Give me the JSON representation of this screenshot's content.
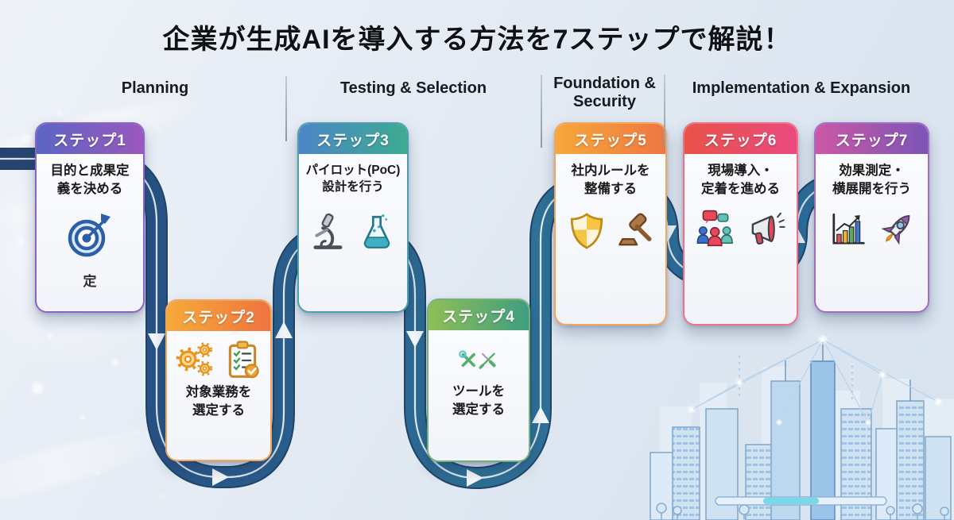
{
  "title": "企業が生成AIを導入する方法を7ステップで解説！",
  "phases": [
    {
      "label": "Planning"
    },
    {
      "label": "Testing & Selection"
    },
    {
      "label": "Foundation & Security"
    },
    {
      "label": "Implementation & Expansion"
    }
  ],
  "steps": [
    {
      "badge": "ステップ1",
      "title": "目的と成果定義を決める",
      "lines": [
        "目的と成果定",
        "義を決める"
      ],
      "note": "定",
      "icons": [
        "target-icon"
      ],
      "colors": {
        "header_from": "#5b66c3",
        "header_to": "#9a57bd",
        "border": "#8a63c6"
      }
    },
    {
      "badge": "ステップ2",
      "title": "対象業務を選定する",
      "lines": [
        "対象業務を",
        "選定する"
      ],
      "icons": [
        "gears-icon",
        "clipboard-icon"
      ],
      "colors": {
        "header_from": "#f6aa3a",
        "header_to": "#ee7440",
        "border": "#f2a65c"
      }
    },
    {
      "badge": "ステップ3",
      "title": "パイロット(PoC)設計を行う",
      "lines": [
        "パイロット(PoC)",
        "設計を行う"
      ],
      "icons": [
        "microscope-icon",
        "flask-icon"
      ],
      "colors": {
        "header_from": "#4d86c6",
        "header_to": "#3daa92",
        "border": "#4f9fae"
      }
    },
    {
      "badge": "ステップ4",
      "title": "ツールを選定する",
      "lines": [
        "ツールを",
        "選定する"
      ],
      "icons": [
        "crossed-tools-icon"
      ],
      "colors": {
        "header_from": "#8fbf55",
        "header_to": "#3f9d80",
        "border": "#74b07a"
      }
    },
    {
      "badge": "ステップ5",
      "title": "社内ルールを整備する",
      "lines": [
        "社内ルールを",
        "整備する"
      ],
      "icons": [
        "shield-icon",
        "gavel-icon"
      ],
      "colors": {
        "header_from": "#f6a83c",
        "header_to": "#ee7742",
        "border": "#f2a65c"
      }
    },
    {
      "badge": "ステップ6",
      "title": "現場導入・定着を進める",
      "lines": [
        "現場導入・",
        "定着を進める"
      ],
      "icons": [
        "people-icon",
        "megaphone-icon"
      ],
      "colors": {
        "header_from": "#e85349",
        "header_to": "#ea4a7e",
        "border": "#ee7287"
      }
    },
    {
      "badge": "ステップ7",
      "title": "効果測定・横展開を行う",
      "lines": [
        "効果測定・",
        "横展開を行う"
      ],
      "icons": [
        "chart-icon",
        "rocket-icon"
      ],
      "colors": {
        "header_from": "#cc58a5",
        "header_to": "#7b55b6",
        "border": "#a06cc4"
      }
    }
  ],
  "flow": {
    "road_color": "#2a5f8e",
    "lane_line_color": "#ffffff",
    "arrow_color": "#ffffff"
  }
}
